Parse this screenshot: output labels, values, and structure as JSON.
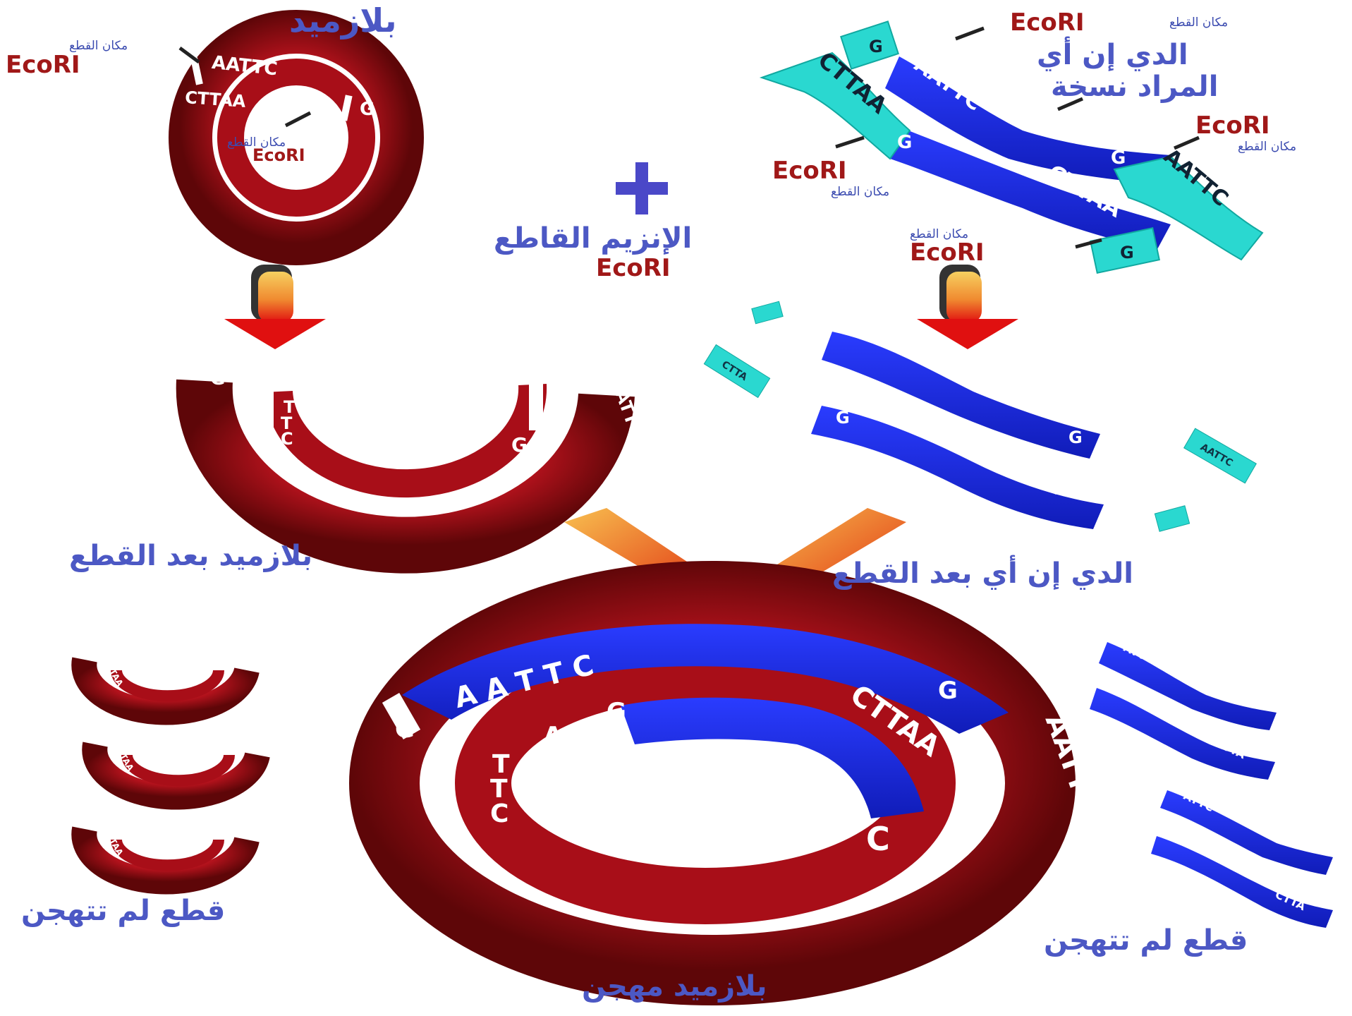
{
  "colors": {
    "plasmid_red": "#b2121c",
    "plasmid_dark": "#6e0a10",
    "dna_blue": "#1e2ee0",
    "sticky_cyan": "#2ad8d0",
    "label_blue": "#4c58c4",
    "label_red": "#a01818",
    "arrow_orange": "#f0a040",
    "arrow_red": "#e01010"
  },
  "labels": {
    "plasmid": "بلازميد",
    "cut_site": "مكان القطع",
    "ecori": "EcoRI",
    "dna_to_copy_1": "الدي إن أي",
    "dna_to_copy_2": "المراد نسخة",
    "enzyme": "الإنزيم القاطع",
    "plasmid_after_cut": "بلازميد بعد القطع",
    "dna_after_cut": "الدي إن أي بعد القطع",
    "unhybridized": "قطع لم تتهجن",
    "hybrid_plasmid": "بلازميد مهجن"
  },
  "sequences": {
    "aattc": "AATTC",
    "cttaa": "CTTAA",
    "g": "G",
    "a": "A",
    "c": "C",
    "t": "T",
    "aattc_spaced": "A A T T C",
    "cttaa_spaced": "C T T A A",
    "ttaa": "TTAA",
    "attc": "ATTC",
    "ctta": "CTTA"
  },
  "icons": {
    "plus": "plus-icon",
    "down_arrow": "down-arrow-icon",
    "merge_arrow": "merge-arrow-icon",
    "pointer": "pointer-arrow-icon"
  }
}
